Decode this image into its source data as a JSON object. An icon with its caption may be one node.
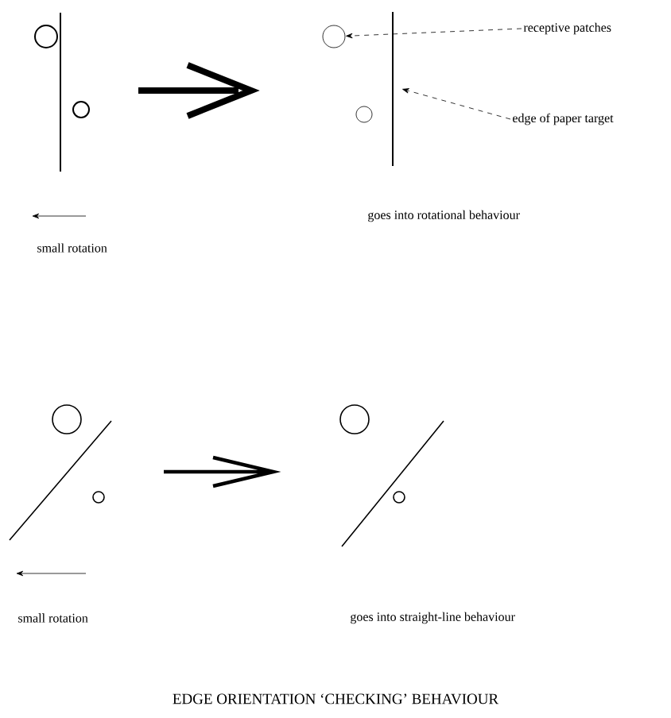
{
  "diagram": {
    "caption": "EDGE ORIENTATION ‘CHECKING’ BEHAVIOUR",
    "nodes": [
      {
        "text": [
          "receptive patches"
        ]
      },
      {
        "text": [],
        "shape": "circle"
      },
      {
        "text": [
          "edge of paper target"
        ]
      },
      {
        "text": [],
        "shape": "bar"
      }
    ],
    "edges": [
      {
        "from": 0,
        "to": 1,
        "arrow": "to",
        "style": "dashed"
      },
      {
        "from": 2,
        "to": 3,
        "arrow": "to",
        "style": "dashed"
      }
    ],
    "labels": [
      "small rotation",
      "goes into rotational behaviour",
      "small rotation",
      "goes into straight-line behaviour"
    ]
  }
}
